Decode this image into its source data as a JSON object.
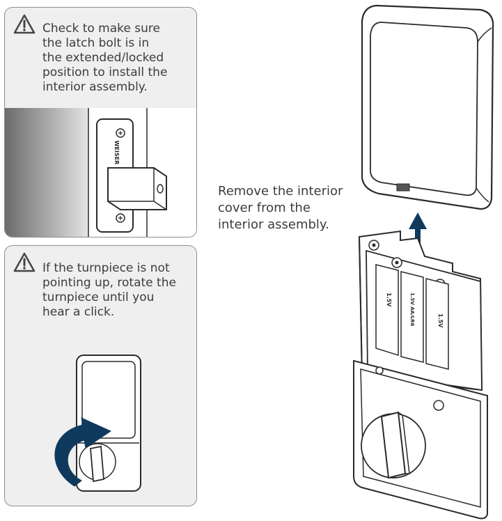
{
  "notes": [
    {
      "icon": "warning-triangle-icon",
      "text": "Check to make sure\nthe latch bolt is in\nthe extended/locked\nposition to install the\ninterior assembly."
    },
    {
      "icon": "warning-triangle-icon",
      "text": "If the turnpiece is not\npointing up, rotate the\nturnpiece until you\nhear a click."
    }
  ],
  "latch_plate_label": "WEISER",
  "battery_labels": [
    "1.5V",
    "1.5V AA/LR6",
    "1.5V"
  ],
  "caption": "Remove the interior\ncover from the\ninterior assembly.",
  "colors": {
    "arrow": "#0f3a5e",
    "panel": "#efefef",
    "line": "#2a2a2a"
  }
}
